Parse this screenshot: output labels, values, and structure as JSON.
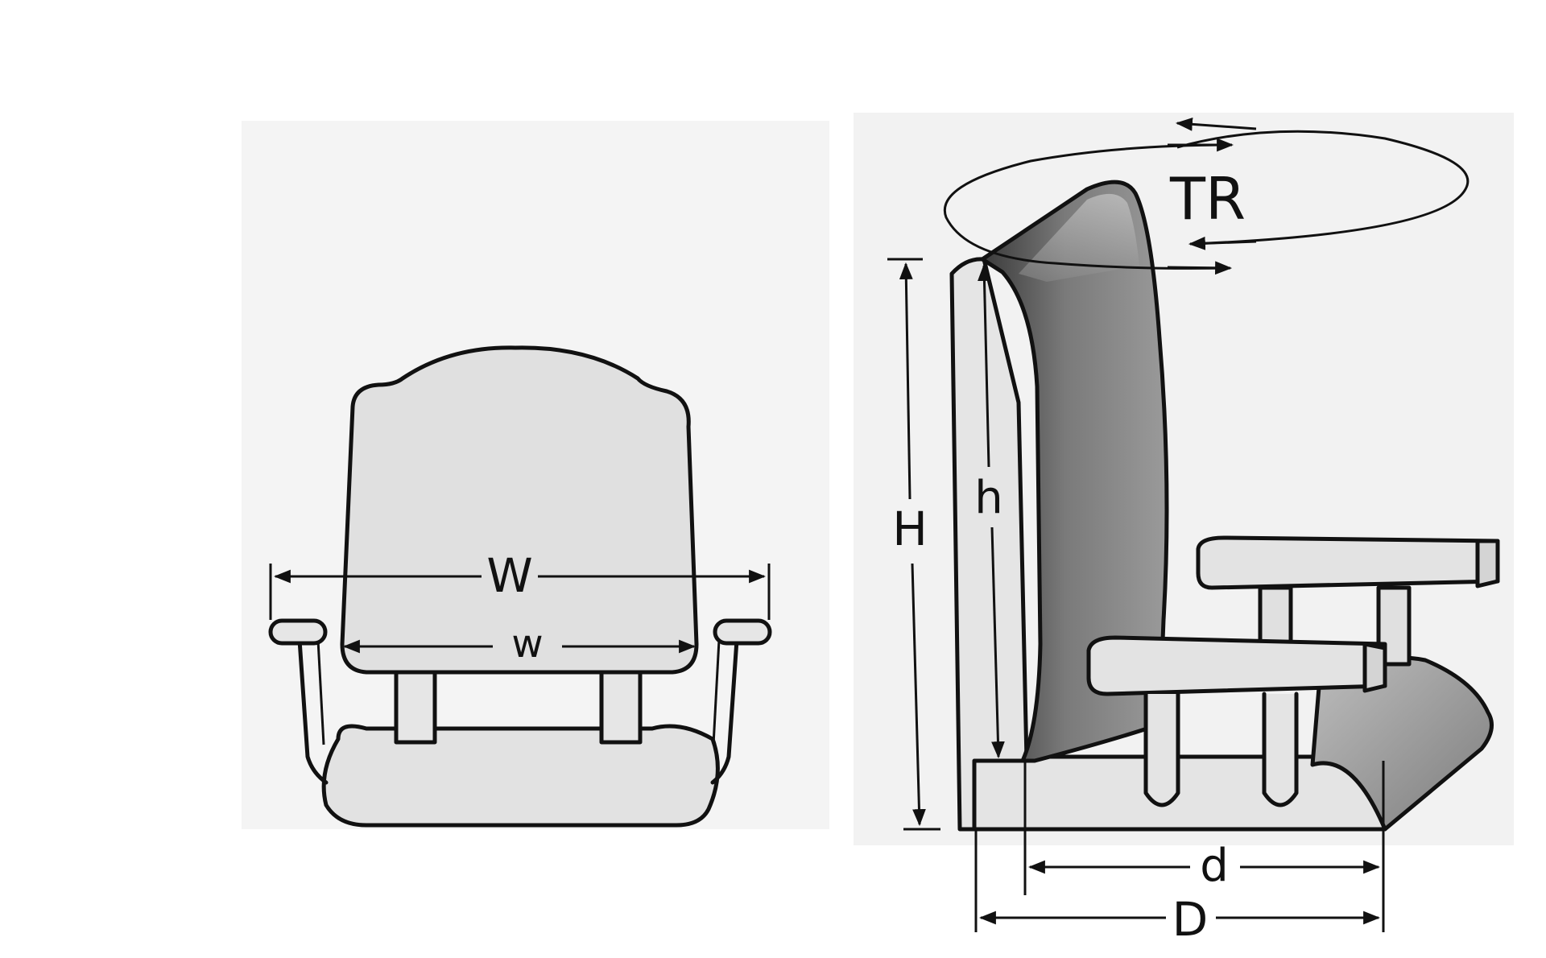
{
  "labels": {
    "W": "W",
    "w": "w",
    "H": "H",
    "h": "h",
    "d": "d",
    "D": "D",
    "TR": "TR"
  },
  "colors": {
    "line": "#111111",
    "seat_fill": "#e3e3e3",
    "panel_bg": "#f3f3f3",
    "shell_dark": "#5a5a5a"
  }
}
